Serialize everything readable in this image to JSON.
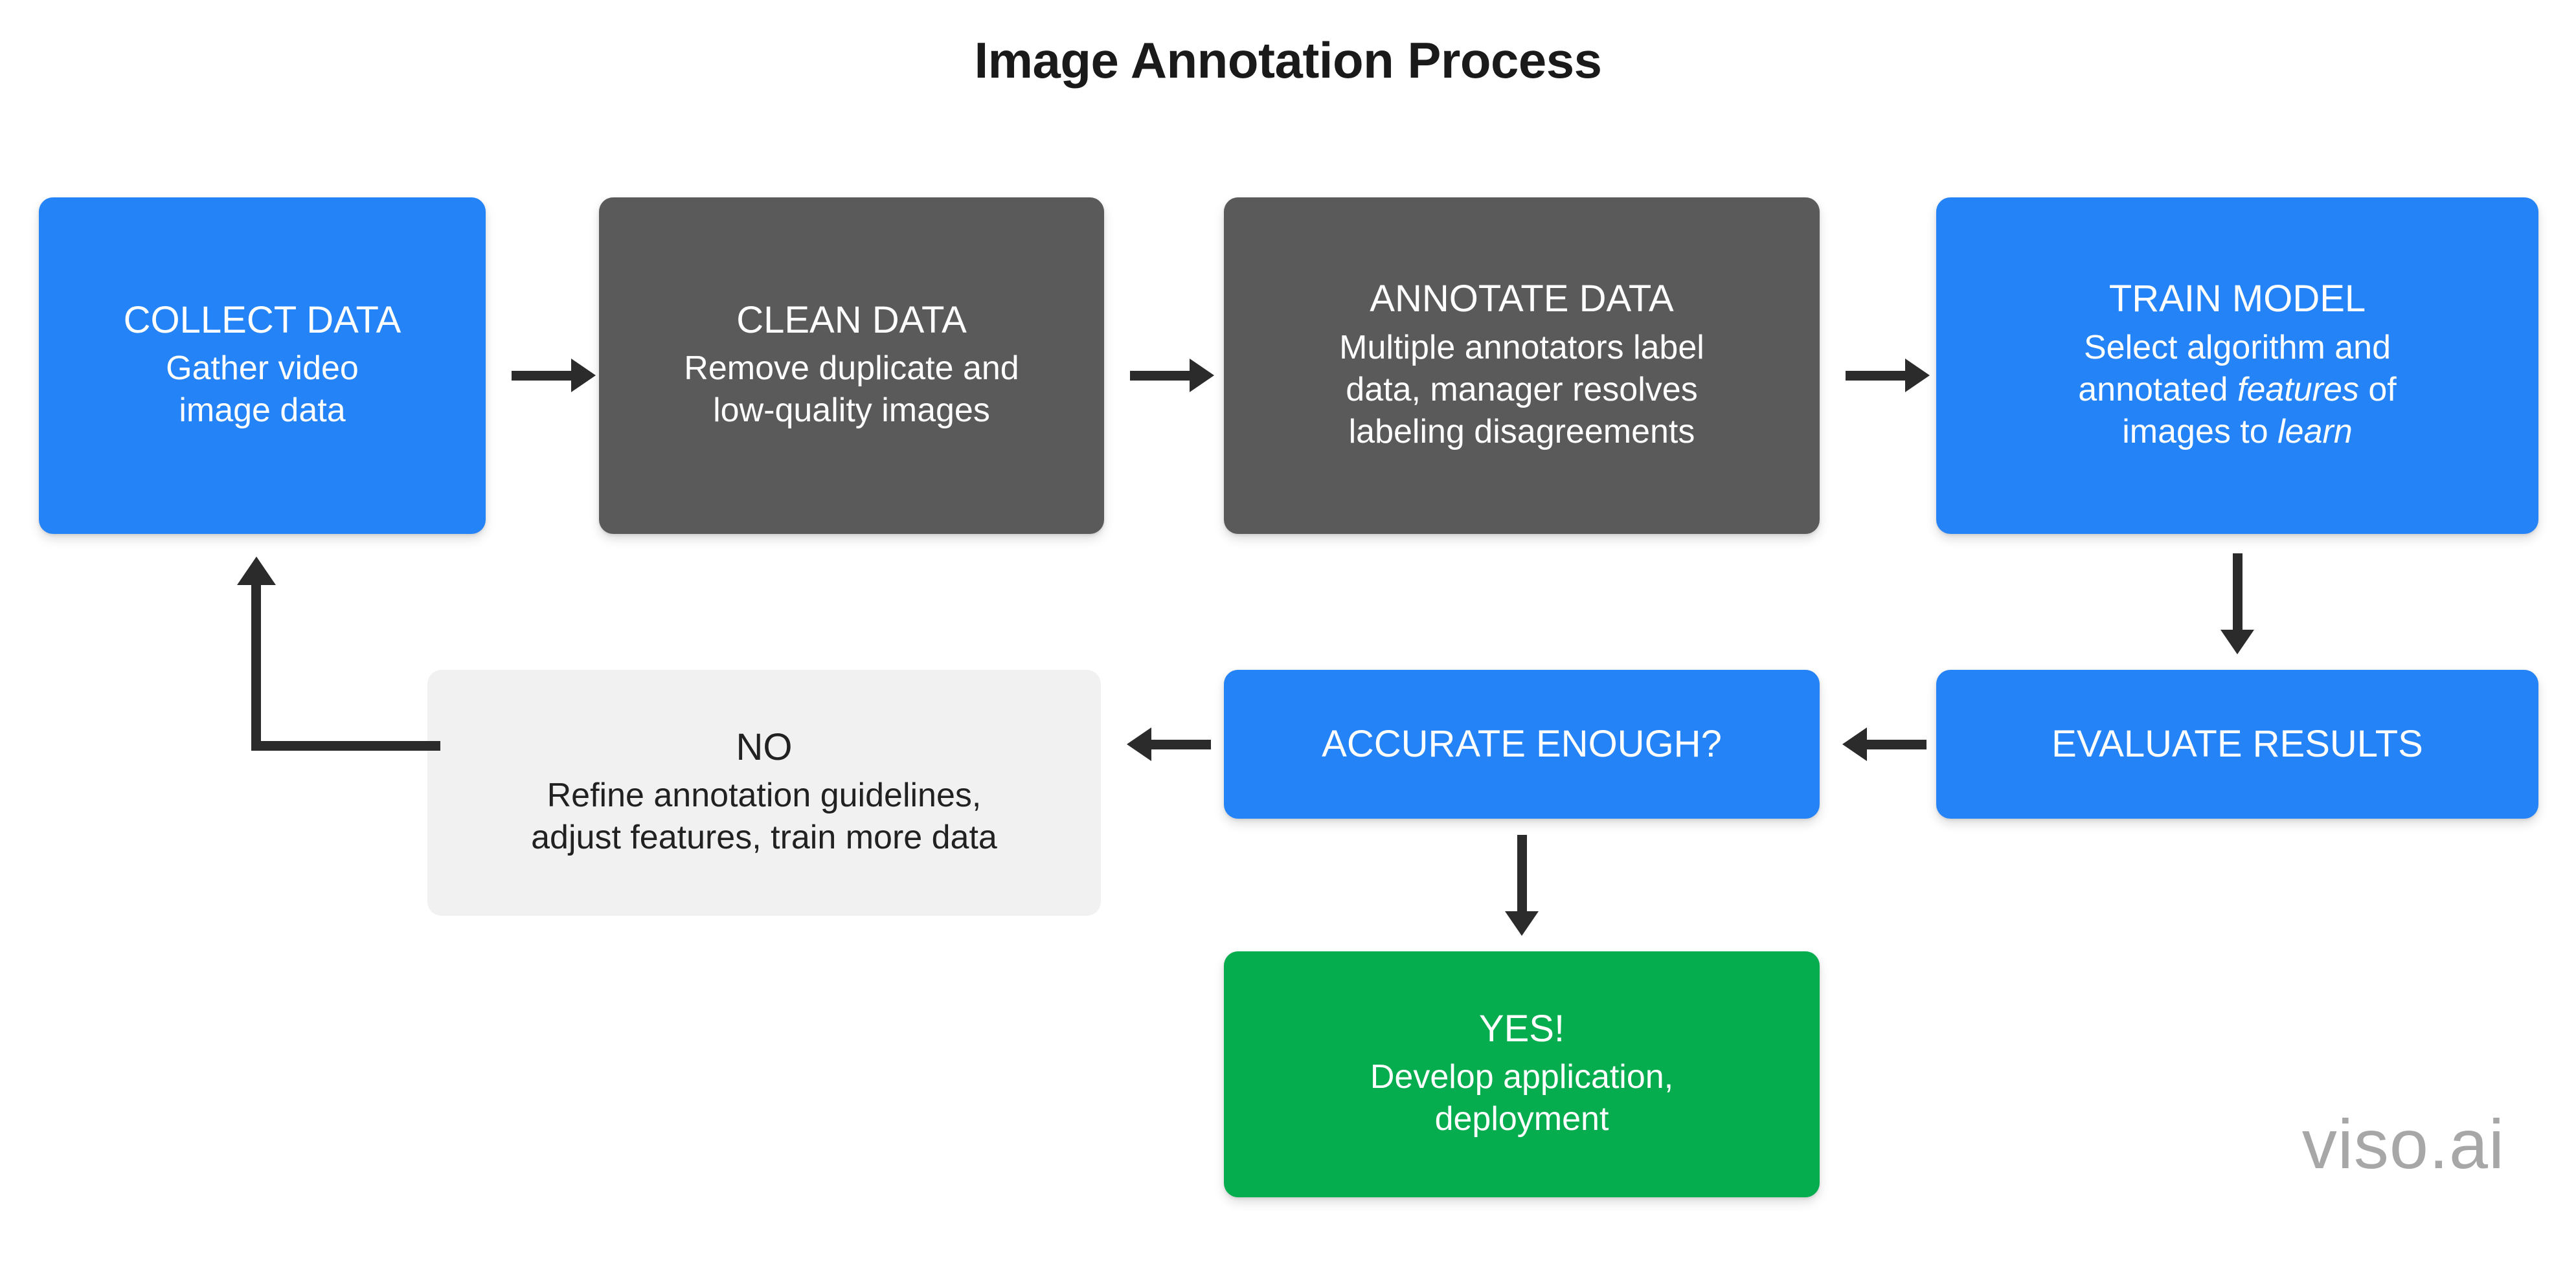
{
  "diagram": {
    "title": "Image Annotation Process",
    "watermark": "viso.ai",
    "colors": {
      "blue": "#2483f7",
      "gray": "#5a5a5a",
      "green": "#05ad4e",
      "light_gray": "#f1f1f1",
      "arrow": "#2b2b2b",
      "title_text": "#1a1a1a",
      "watermark_text": "#a7a7a7"
    },
    "nodes": {
      "collect_data": {
        "heading": "COLLECT DATA",
        "line1": "Gather video",
        "line2": "image data",
        "color": "blue"
      },
      "clean_data": {
        "heading": "CLEAN DATA",
        "line1": "Remove duplicate and",
        "line2": "low-quality images",
        "color": "gray"
      },
      "annotate_data": {
        "heading": "ANNOTATE DATA",
        "line1": "Multiple annotators label",
        "line2": "data, manager resolves",
        "line3": "labeling disagreements",
        "color": "gray"
      },
      "train_model": {
        "heading": "TRAIN MODEL",
        "line1": "Select algorithm and",
        "line2_pre": "annotated ",
        "line2_em": "features",
        "line2_post": " of",
        "line3_pre": "images to ",
        "line3_em": "learn",
        "color": "blue"
      },
      "evaluate_results": {
        "heading": "EVALUATE RESULTS",
        "color": "blue"
      },
      "accurate_enough": {
        "heading": "ACCURATE ENOUGH?",
        "color": "blue"
      },
      "no_branch": {
        "heading": "NO",
        "line1": "Refine annotation guidelines,",
        "line2": "adjust features, train more data",
        "color": "light_gray"
      },
      "yes_branch": {
        "heading": "YES!",
        "line1": "Develop application,",
        "line2": "deployment",
        "color": "green"
      }
    },
    "edges": [
      {
        "name": "collect-to-clean",
        "direction": "right"
      },
      {
        "name": "clean-to-annotate",
        "direction": "right"
      },
      {
        "name": "annotate-to-train",
        "direction": "right"
      },
      {
        "name": "train-to-evaluate",
        "direction": "down"
      },
      {
        "name": "evaluate-to-accurate",
        "direction": "left"
      },
      {
        "name": "accurate-to-no",
        "direction": "left"
      },
      {
        "name": "accurate-to-yes",
        "direction": "down"
      },
      {
        "name": "no-back-to-collect",
        "direction": "elbow-up"
      }
    ]
  }
}
